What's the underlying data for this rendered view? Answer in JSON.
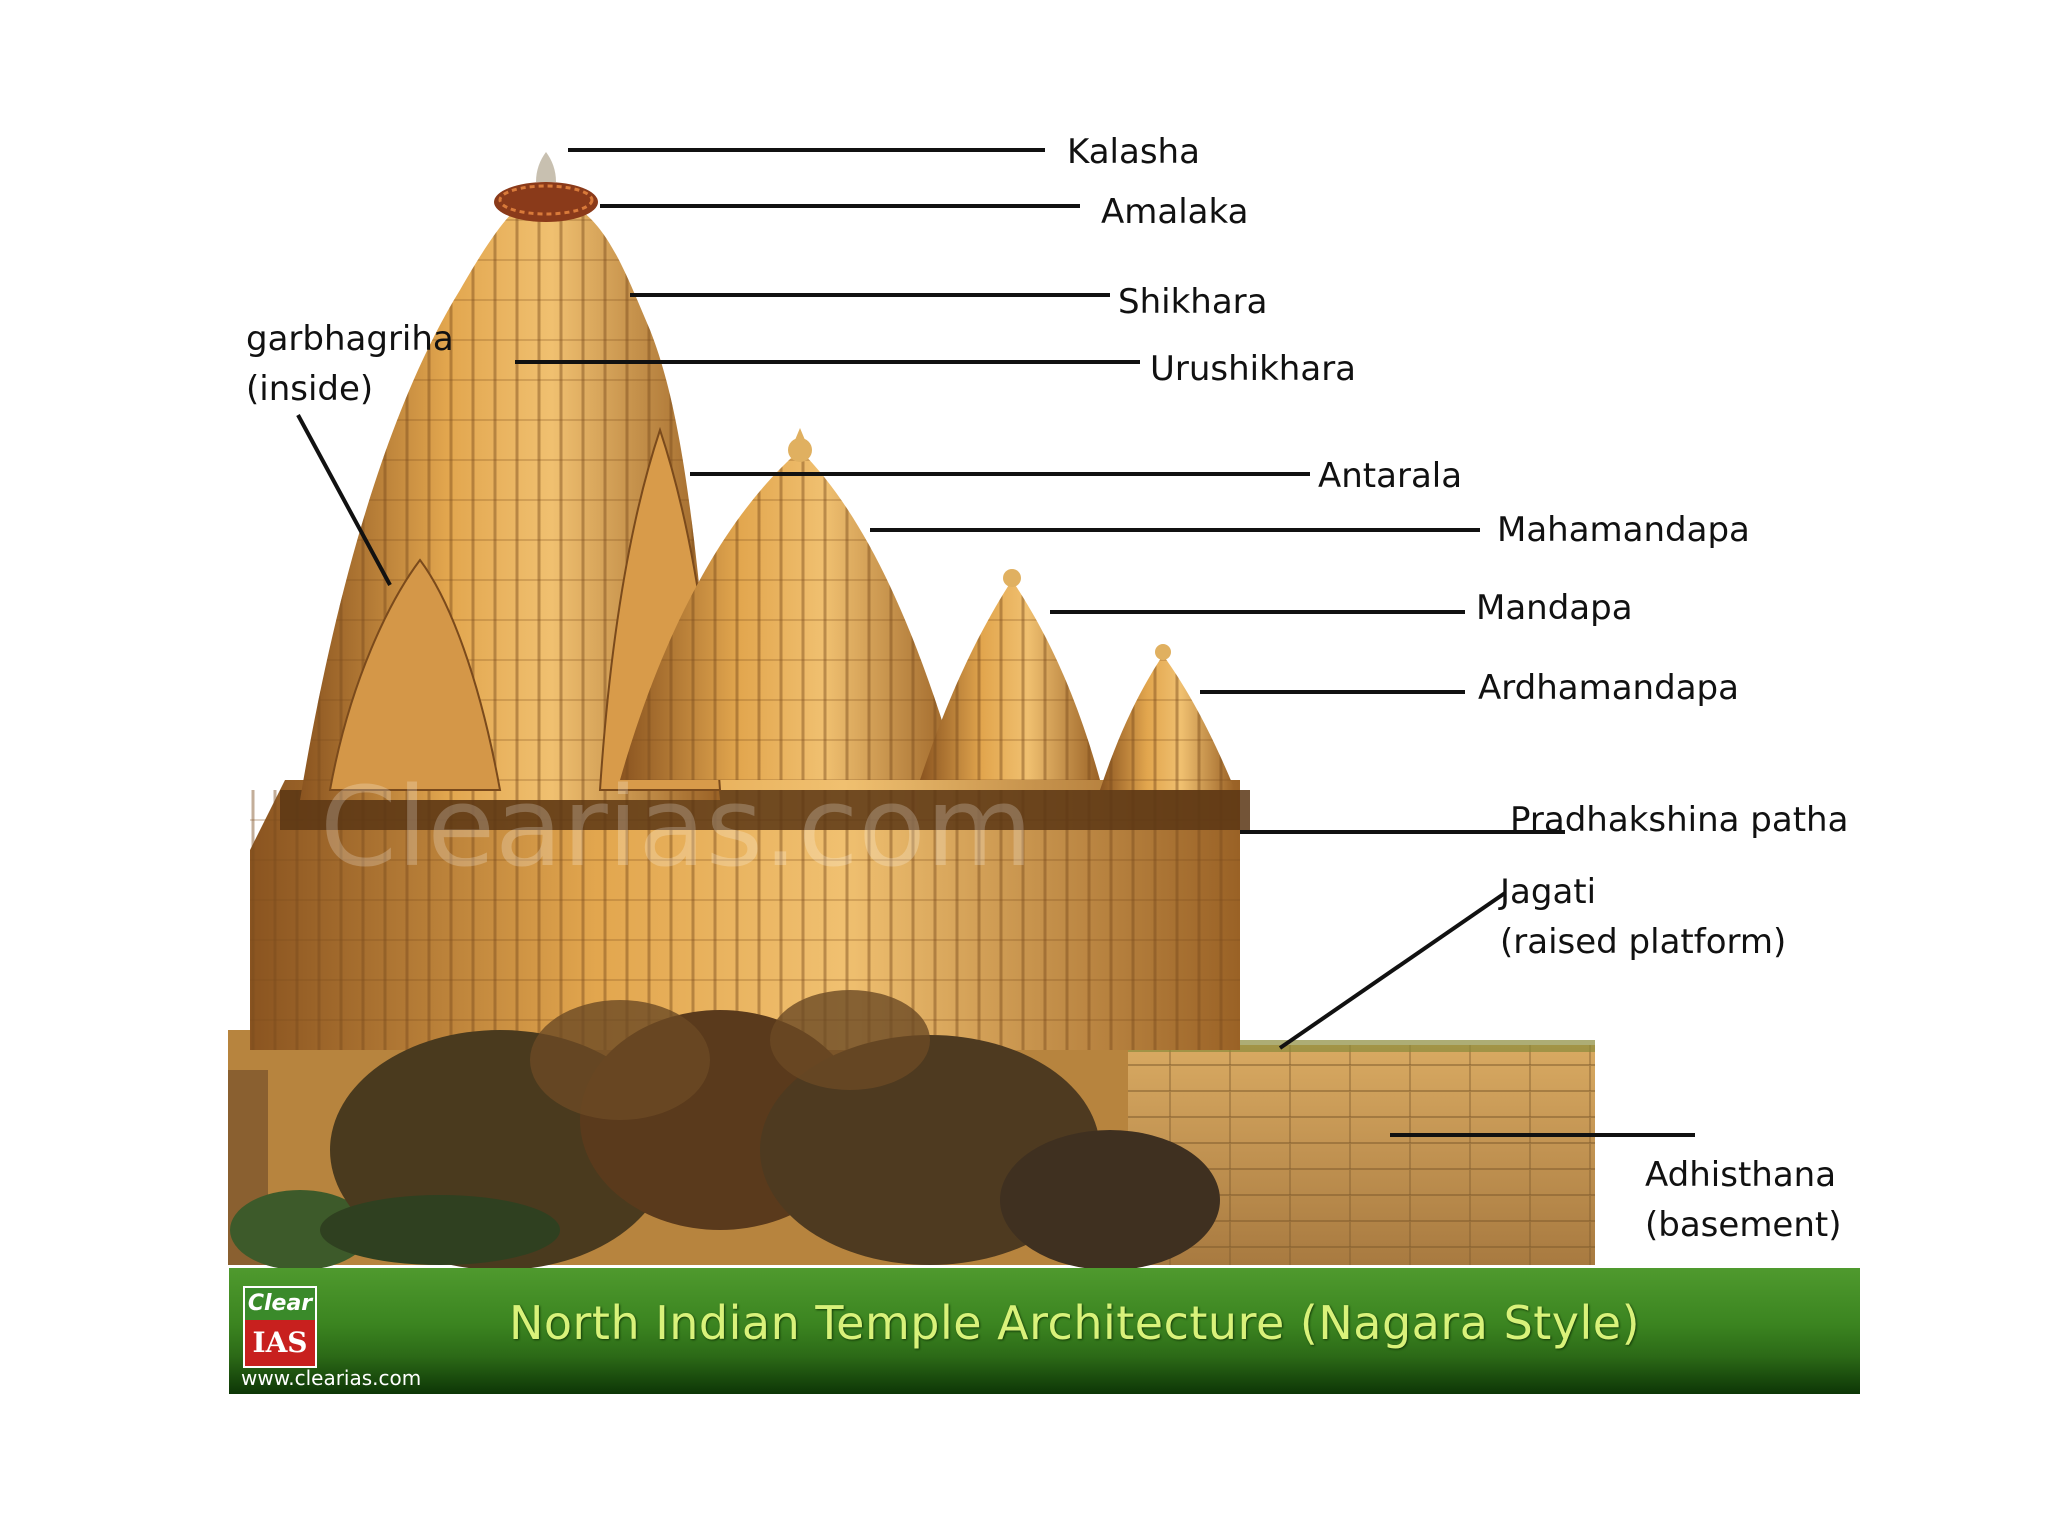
{
  "labels": {
    "kalasha": "Kalasha",
    "amalaka": "Amalaka",
    "shikhara": "Shikhara",
    "urushikhara": "Urushikhara",
    "garbhagriha": [
      "garbhagriha",
      "(inside)"
    ],
    "antarala": "Antarala",
    "mahamandapa": "Mahamandapa",
    "mandapa": "Mandapa",
    "ardhamandapa": "Ardhamandapa",
    "pradhakshina": "Pradhakshina patha",
    "jagati": [
      "Jagati",
      "(raised platform)"
    ],
    "adhisthana": [
      "Adhisthana",
      "(basement)"
    ]
  },
  "watermark": "Clearias.com",
  "banner": {
    "title": "North Indian Temple Architecture (Nagara Style)",
    "logo_top": "Clear",
    "logo_bottom": "IAS",
    "url": "www.clearias.com"
  },
  "colors": {
    "stone_light": "#e8b25a",
    "stone_mid": "#c98a35",
    "stone_dark": "#7a4a1c",
    "foliage": "#4a3a1e",
    "banner_green": "#3b8420",
    "banner_text": "#d9f27a"
  }
}
